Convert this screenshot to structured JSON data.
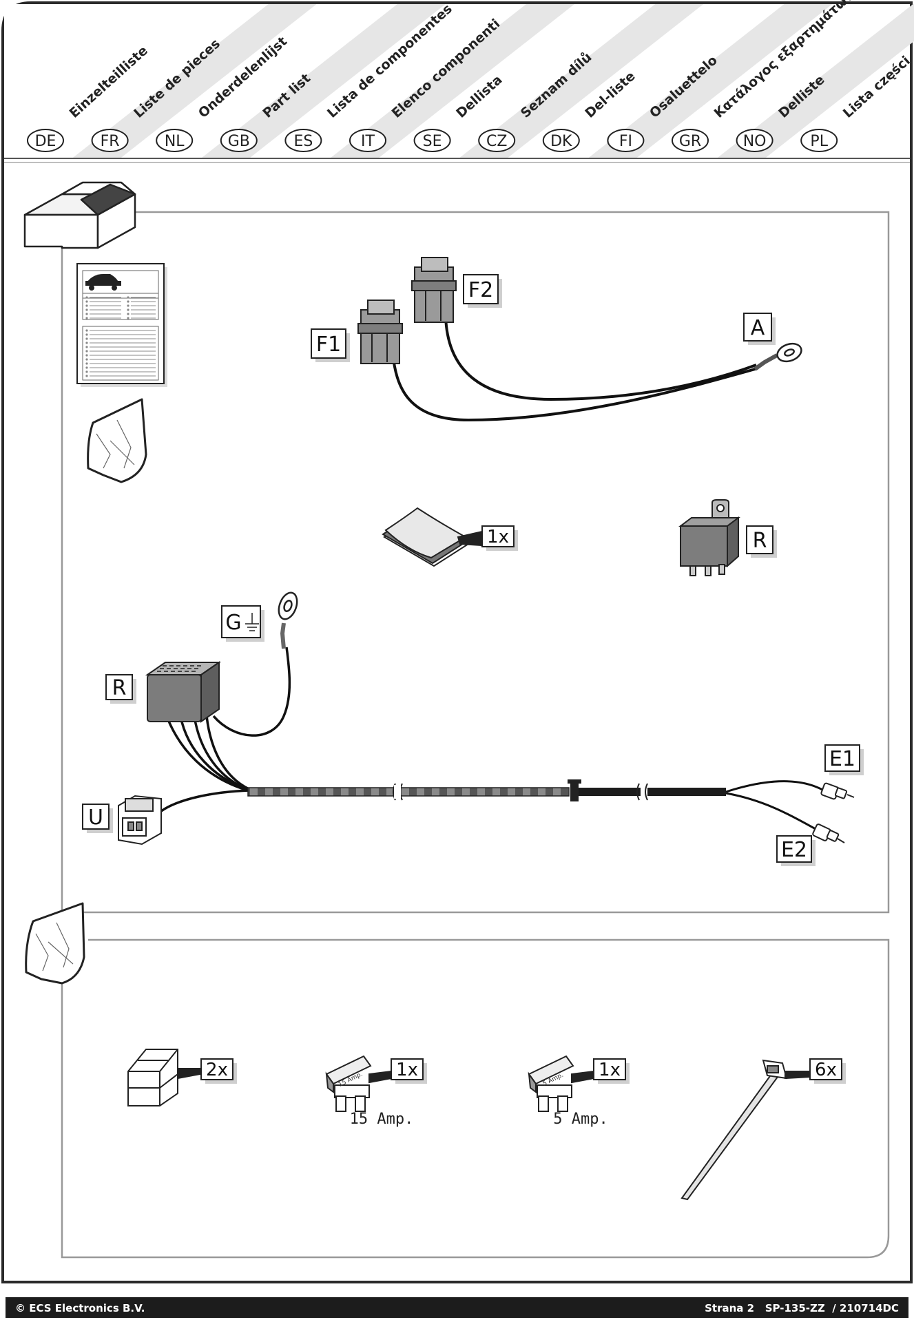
{
  "languages": [
    {
      "code": "DE",
      "label": "Einzelteilliste"
    },
    {
      "code": "FR",
      "label": "Liste de pieces"
    },
    {
      "code": "NL",
      "label": "Onderdelenlijst"
    },
    {
      "code": "GB",
      "label": "Part list"
    },
    {
      "code": "ES",
      "label": "Lista de componentes"
    },
    {
      "code": "IT",
      "label": "Elenco componenti"
    },
    {
      "code": "SE",
      "label": "Dellista"
    },
    {
      "code": "CZ",
      "label": "Seznam dílů"
    },
    {
      "code": "DK",
      "label": "Del-liste"
    },
    {
      "code": "FI",
      "label": "Osaluettelo"
    },
    {
      "code": "GR",
      "label": "Κατάλογος εξαρτημάτων"
    },
    {
      "code": "NO",
      "label": "Delliste"
    },
    {
      "code": "PL",
      "label": "Lista części"
    }
  ],
  "kit_labels": {
    "f1": "F1",
    "f2": "F2",
    "a": "A",
    "r_relay": "R",
    "g": "G",
    "r_module": "R",
    "u": "U",
    "e1": "E1",
    "e2": "E2",
    "sticker_qty": "1x"
  },
  "small_parts": [
    {
      "qty": "2x"
    },
    {
      "qty": "1x",
      "fuse_text": "15 Amp.",
      "caption": "15 Amp."
    },
    {
      "qty": "1x",
      "fuse_text": "5 Amp.",
      "caption": "5 Amp."
    },
    {
      "qty": "6x"
    }
  ],
  "footer": {
    "left": "© ECS Electronics B.V.",
    "right": "Strana 2   SP-135-ZZ  / 210714DC"
  }
}
